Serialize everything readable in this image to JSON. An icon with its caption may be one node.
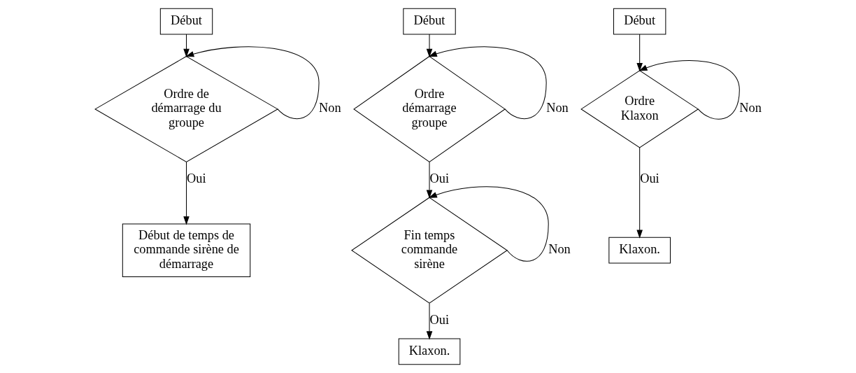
{
  "diagram": {
    "nodes": [
      {
        "text": [
          "Début"
        ]
      },
      {
        "text": [
          "Ordre de démarrage du groupe"
        ]
      },
      {
        "text": [
          "Début de temps de commande sirène de démarrage"
        ]
      },
      {
        "text": [
          "Début"
        ]
      },
      {
        "text": [
          "Ordre démarrage groupe"
        ]
      },
      {
        "text": [
          "Fin temps commande sirène"
        ]
      },
      {
        "text": [
          "Klaxon."
        ]
      },
      {
        "text": [
          "Début"
        ]
      },
      {
        "text": [
          "Ordre Klaxon"
        ]
      },
      {
        "text": [
          "Klaxon."
        ]
      }
    ],
    "edges": [
      {
        "from": 0,
        "to": 1,
        "arrow": "to"
      },
      {
        "from": 1,
        "to": 1,
        "arrow": "to",
        "label": "Non"
      },
      {
        "from": 1,
        "to": 2,
        "arrow": "to",
        "label": "Oui"
      },
      {
        "from": 3,
        "to": 4,
        "arrow": "to"
      },
      {
        "from": 4,
        "to": 4,
        "arrow": "to",
        "label": "Non"
      },
      {
        "from": 4,
        "to": 5,
        "arrow": "to",
        "label": "Oui"
      },
      {
        "from": 5,
        "to": 5,
        "arrow": "to",
        "label": "Non"
      },
      {
        "from": 5,
        "to": 6,
        "arrow": "to",
        "label": "Oui"
      },
      {
        "from": 7,
        "to": 8,
        "arrow": "to"
      },
      {
        "from": 8,
        "to": 8,
        "arrow": "to",
        "label": "Non"
      },
      {
        "from": 8,
        "to": 9,
        "arrow": "to",
        "label": "Oui"
      }
    ]
  }
}
